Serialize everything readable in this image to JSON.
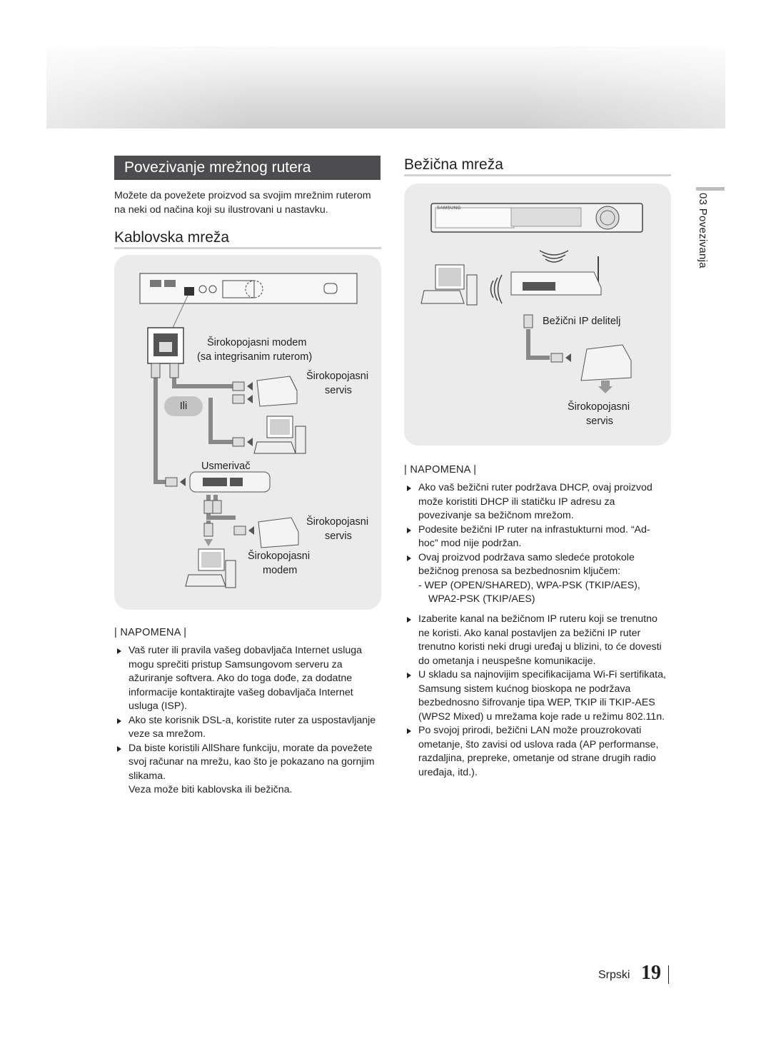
{
  "header": {
    "banner": ""
  },
  "left": {
    "section_title": "Povezivanje mrežnog rutera",
    "intro": [
      "Možete da povežete proizvod sa svojim mrežnim ruterom",
      "na neki od načina koji su ilustrovani u nastavku."
    ],
    "wired_title": "Kablovska mreža",
    "diagram": {
      "modem_label_1": "Širokopojasni modem",
      "modem_label_2": "(sa integrisanim ruterom)",
      "service_label_1a": "Širokopojasni",
      "service_label_1b": "servis",
      "or_label": "Ili",
      "router_label": "Usmerivač",
      "service_label_2a": "Širokopojasni",
      "service_label_2b": "servis",
      "modem2_label_a": "Širokopojasni",
      "modem2_label_b": "modem"
    },
    "note_header": "| NAPOMENA |",
    "notes": [
      [
        "Vaš ruter ili pravila vašeg dobavljača Internet usluga",
        "mogu sprečiti pristup Samsungovom serveru za",
        "ažuriranje softvera. Ako do toga dođe, za dodatne",
        "informacije kontaktirajte vašeg dobavljača Internet",
        "usluga (ISP)."
      ],
      [
        "Ako ste korisnik DSL-a, koristite ruter za uspostavljanje",
        "veze sa mrežom."
      ],
      [
        "Da biste koristili AllShare funkciju, morate da povežete",
        "svoj računar na mrežu, kao što je pokazano na gornjim",
        "slikama."
      ]
    ],
    "note_extra": "Veza može biti kablovska ili bežična."
  },
  "right": {
    "wireless_title": "Bežična mreža",
    "diagram": {
      "device_brand": "SAMSUNG",
      "ip_label": "Bežični IP delitelj",
      "service_a": "Širokopojasni",
      "service_b": "servis"
    },
    "note_header": "| NAPOMENA |",
    "notes": [
      [
        "Ako vaš bežični ruter podržava DHCP, ovaj proizvod",
        "može koristiti DHCP ili statičku IP adresu za",
        "povezivanje sa bežičnom mrežom."
      ],
      [
        "Podesite bežični IP ruter na infrastukturni mod. “Ad-",
        "hoc” mod nije podržan."
      ],
      [
        "Ovaj proizvod podržava samo sledeće protokole",
        "bežičnog prenosa sa bezbednosnim ključem:"
      ]
    ],
    "protocols": [
      "-   WEP (OPEN/SHARED), WPA-PSK (TKIP/AES),",
      "WPA2-PSK (TKIP/AES)"
    ],
    "notes2": [
      [
        "Izaberite kanal na bežičnom IP ruteru koji se trenutno",
        "ne koristi. Ako kanal postavljen za bežični IP ruter",
        "trenutno koristi neki drugi uređaj u blizini, to će dovesti",
        "do ometanja i neuspešne komunikacije."
      ],
      [
        "U skladu sa najnovijim specifikacijama Wi-Fi sertifikata,",
        "Samsung sistem kućnog bioskopa ne podržava",
        "bezbednosno šifrovanje tipa WEP, TKIP ili TKIP-AES",
        "(WPS2 Mixed) u mrežama koje rade u režimu 802.11n."
      ],
      [
        "Po svojoj prirodi, bežični LAN može prouzrokovati",
        "ometanje, što zavisi od uslova rada (AP performanse,",
        "razdaljina, prepreke, ometanje od strane drugih radio",
        "uređaja, itd.)."
      ]
    ]
  },
  "side": {
    "chapter": "03  Povezivanja"
  },
  "footer": {
    "language": "Srpski",
    "page": "19"
  }
}
